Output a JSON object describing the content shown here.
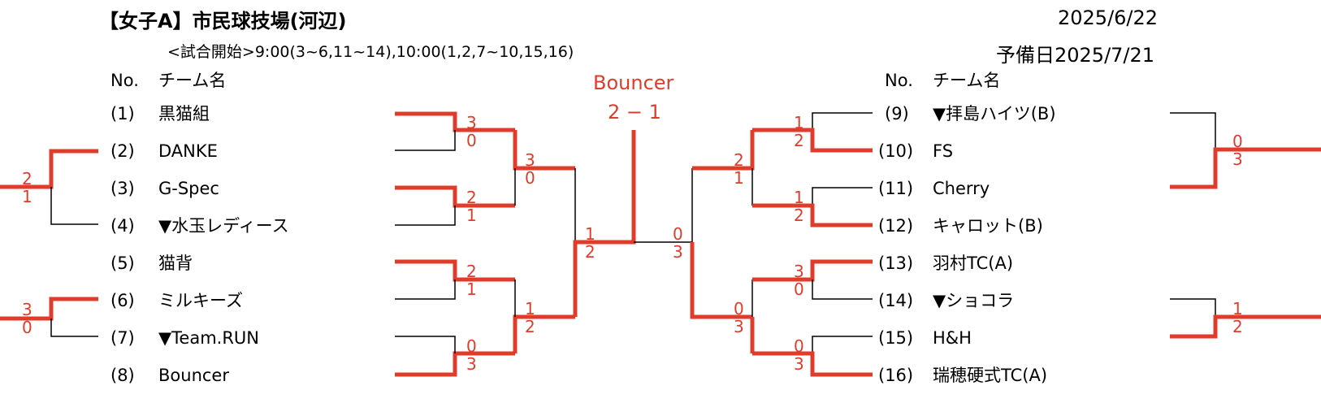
{
  "header": {
    "title": "【女子A】市民球技場(河辺)",
    "schedule": "<試合開始>9:00(3~6,11~14),10:00(1,2,7~10,15,16)",
    "date": "2025/6/22",
    "reserve": "予備日2025/7/21"
  },
  "columns": {
    "no": "No.",
    "team": "チーム名"
  },
  "champion": {
    "name": "Bouncer",
    "score": "2 − 1"
  },
  "left_teams": [
    {
      "no": "(1)",
      "name": "黒猫組"
    },
    {
      "no": "(2)",
      "name": "DANKE"
    },
    {
      "no": "(3)",
      "name": "G-Spec"
    },
    {
      "no": "(4)",
      "name": "▼水玉レディース"
    },
    {
      "no": "(5)",
      "name": "猫背"
    },
    {
      "no": "(6)",
      "name": "ミルキーズ"
    },
    {
      "no": "(7)",
      "name": "▼Team.RUN"
    },
    {
      "no": "(8)",
      "name": "Bouncer"
    }
  ],
  "right_teams": [
    {
      "no": "(9)",
      "name": "▼拝島ハイツ(B)"
    },
    {
      "no": "(10)",
      "name": "FS"
    },
    {
      "no": "(11)",
      "name": "Cherry"
    },
    {
      "no": "(12)",
      "name": "キャロット(B)"
    },
    {
      "no": "(13)",
      "name": "羽村TC(A)"
    },
    {
      "no": "(14)",
      "name": "▼ショコラ"
    },
    {
      "no": "(15)",
      "name": "H&H"
    },
    {
      "no": "(16)",
      "name": "瑞穂硬式TC(A)"
    }
  ],
  "scores": {
    "pre_2_3": [
      "2",
      "1"
    ],
    "pre_6_7": [
      "3",
      "0"
    ],
    "r1_m1": [
      "3",
      "0"
    ],
    "r1_m2": [
      "2",
      "1"
    ],
    "r1_m3": [
      "2",
      "1"
    ],
    "r1_m4": [
      "0",
      "3"
    ],
    "r2_l1": [
      "3",
      "0"
    ],
    "r2_l2": [
      "1",
      "2"
    ],
    "sf_left": [
      "1",
      "2"
    ],
    "sf_right": [
      "0",
      "3"
    ],
    "r2_r1": [
      "2",
      "1"
    ],
    "r2_r2": [
      "0",
      "3"
    ],
    "r1_m5": [
      "1",
      "2"
    ],
    "r1_m6": [
      "1",
      "2"
    ],
    "r1_m7": [
      "3",
      "0"
    ],
    "r1_m8": [
      "0",
      "3"
    ],
    "pre_9_10": [
      "0",
      "3"
    ],
    "pre_14_15": [
      "1",
      "2"
    ]
  },
  "colors": {
    "win_line": "#e03c2c",
    "line": "#000000"
  }
}
